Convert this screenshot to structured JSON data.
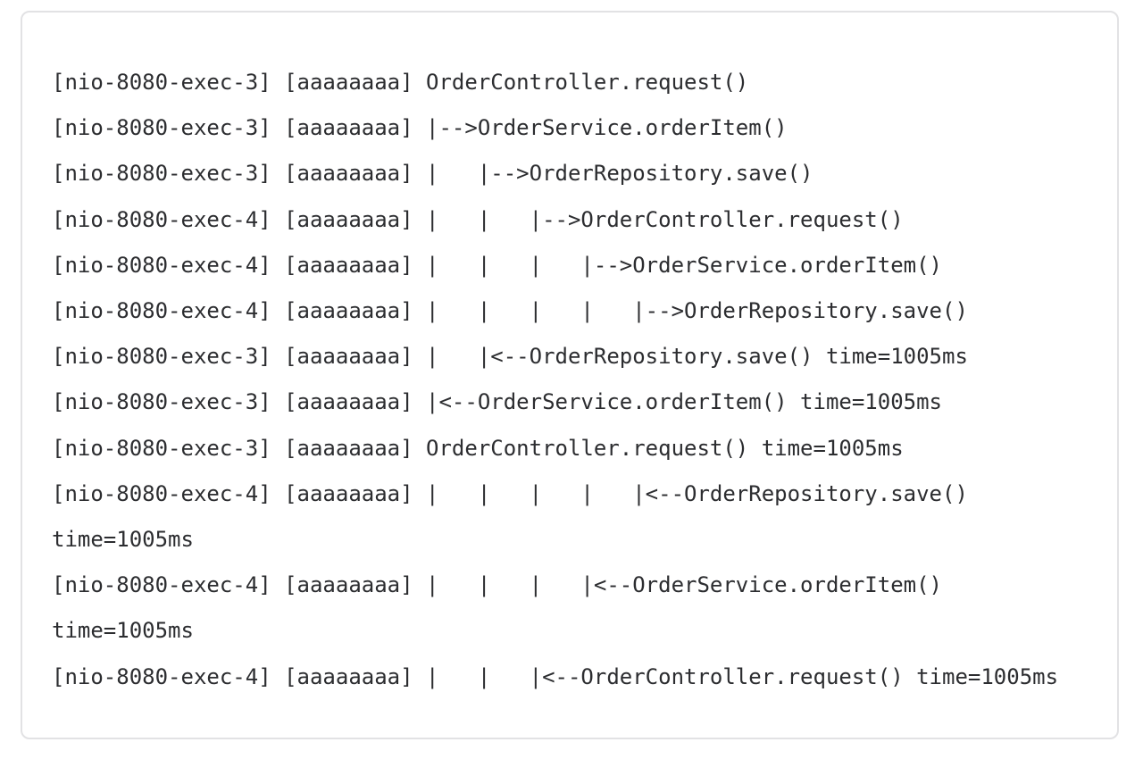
{
  "log_output": {
    "description": "method call trace log block",
    "time_value": "1005ms",
    "lines": [
      "[nio-8080-exec-3] [aaaaaaaa] OrderController.request()",
      "[nio-8080-exec-3] [aaaaaaaa] |-->OrderService.orderItem()",
      "[nio-8080-exec-3] [aaaaaaaa] |   |-->OrderRepository.save()",
      "[nio-8080-exec-4] [aaaaaaaa] |   |   |-->OrderController.request()",
      "[nio-8080-exec-4] [aaaaaaaa] |   |   |   |-->OrderService.orderItem()",
      "[nio-8080-exec-4] [aaaaaaaa] |   |   |   |   |-->OrderRepository.save()",
      "[nio-8080-exec-3] [aaaaaaaa] |   |<--OrderRepository.save() time=1005ms",
      "[nio-8080-exec-3] [aaaaaaaa] |<--OrderService.orderItem() time=1005ms",
      "[nio-8080-exec-3] [aaaaaaaa] OrderController.request() time=1005ms",
      "[nio-8080-exec-4] [aaaaaaaa] |   |   |   |   |<--OrderRepository.save() time=1005ms",
      "[nio-8080-exec-4] [aaaaaaaa] |   |   |   |<--OrderService.orderItem() time=1005ms",
      "[nio-8080-exec-4] [aaaaaaaa] |   |   |<--OrderController.request() time=1005ms"
    ]
  }
}
